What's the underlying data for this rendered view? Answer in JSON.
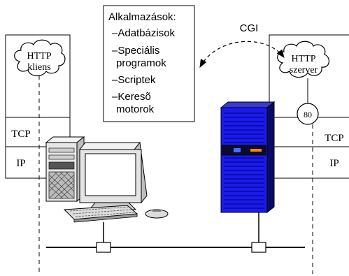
{
  "client": {
    "app_label_line1": "HTTP",
    "app_label_line2": "kliens",
    "transport_label": "TCP",
    "network_label": "IP"
  },
  "server": {
    "app_label_line1": "HTTP",
    "app_label_line2": "szerver",
    "port_label": "80",
    "transport_label": "TCP",
    "network_label": "IP"
  },
  "interface_label": "CGI",
  "applications": {
    "title": "Alkalmazások:",
    "items": [
      {
        "line1": "–Adatbázisok",
        "line2": ""
      },
      {
        "line1": "–Speciális",
        "line2": "programok"
      },
      {
        "line1": "–Scriptek",
        "line2": ""
      },
      {
        "line1": "–Keresõ",
        "line2": "motorok"
      }
    ]
  },
  "colors": {
    "server_body": "#1a1aee",
    "server_dark": "#0a0a55",
    "server_orange": "#ff8800",
    "monitor_screen": "#ffffff",
    "pc_case": "#e8e8e8",
    "line": "#000000"
  }
}
